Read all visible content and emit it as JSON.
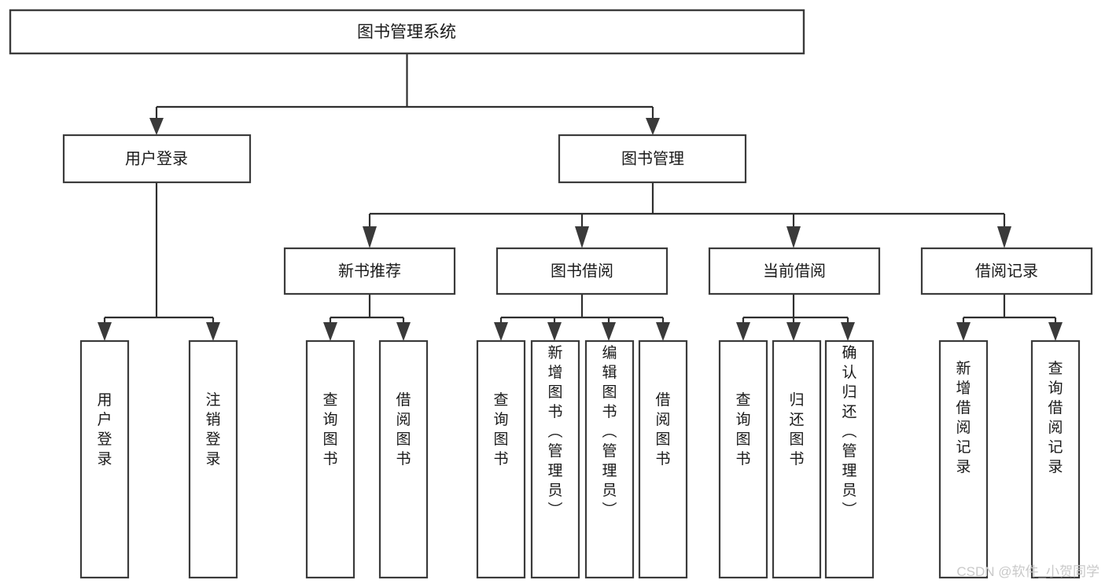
{
  "diagram": {
    "title": "图书管理系统",
    "type": "tree",
    "orientation": "top-down",
    "colors": {
      "box_stroke": "#3b3b3b",
      "box_fill": "#ffffff",
      "connector": "#2f2f2f",
      "text": "#1a1a1a",
      "watermark": "#c9c9c9",
      "background": "#ffffff"
    },
    "root": {
      "label": "图书管理系统"
    },
    "level2": [
      {
        "id": "user-login",
        "label": "用户登录"
      },
      {
        "id": "book-management",
        "label": "图书管理"
      }
    ],
    "level3": [
      {
        "id": "new-book-recommend",
        "label": "新书推荐",
        "parent": "book-management"
      },
      {
        "id": "book-borrow",
        "label": "图书借阅",
        "parent": "book-management"
      },
      {
        "id": "current-borrow",
        "label": "当前借阅",
        "parent": "book-management"
      },
      {
        "id": "borrow-record",
        "label": "借阅记录",
        "parent": "book-management"
      }
    ],
    "leaves": [
      {
        "id": "leaf-user-login",
        "label": "用户登录",
        "parent": "user-login"
      },
      {
        "id": "leaf-logout",
        "label": "注销登录",
        "parent": "user-login"
      },
      {
        "id": "leaf-query-book-1",
        "label": "查询图书",
        "parent": "new-book-recommend"
      },
      {
        "id": "leaf-borrow-book-1",
        "label": "借阅图书",
        "parent": "new-book-recommend"
      },
      {
        "id": "leaf-query-book-2",
        "label": "查询图书",
        "parent": "book-borrow"
      },
      {
        "id": "leaf-add-book",
        "label": "新增图书（管理员）",
        "parent": "book-borrow"
      },
      {
        "id": "leaf-edit-book",
        "label": "编辑图书（管理员）",
        "parent": "book-borrow"
      },
      {
        "id": "leaf-borrow-book-2",
        "label": "借阅图书",
        "parent": "book-borrow"
      },
      {
        "id": "leaf-query-book-3",
        "label": "查询图书",
        "parent": "current-borrow"
      },
      {
        "id": "leaf-return-book",
        "label": "归还图书",
        "parent": "current-borrow"
      },
      {
        "id": "leaf-confirm-return",
        "label": "确认归还（管理员）",
        "parent": "current-borrow"
      },
      {
        "id": "leaf-add-record",
        "label": "新增借阅记录",
        "parent": "borrow-record"
      },
      {
        "id": "leaf-query-record",
        "label": "查询借阅记录",
        "parent": "borrow-record"
      }
    ],
    "watermark": "CSDN @软件_小贺同学"
  }
}
